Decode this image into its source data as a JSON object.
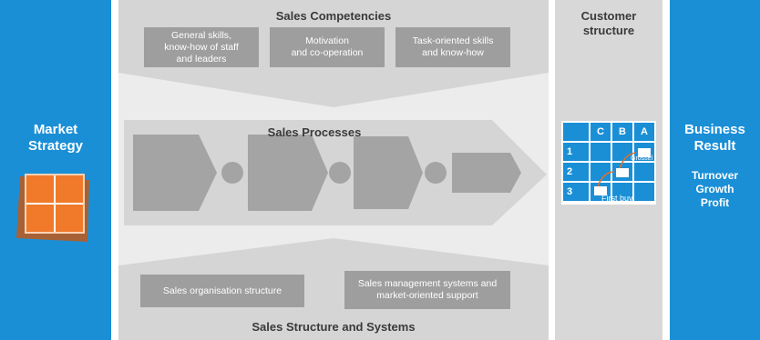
{
  "market_strategy": {
    "title": "Market\nStrategy"
  },
  "competencies": {
    "title": "Sales Competencies",
    "boxes": [
      "General skills,\nknow-how of staff\nand leaders",
      "Motivation\nand co-operation",
      "Task-oriented skills\nand know-how"
    ]
  },
  "processes": {
    "title": "Sales Processes"
  },
  "structure": {
    "title": "Sales Structure and Systems",
    "boxes": [
      "Sales organisation structure",
      "Sales management systems and\nmarket-oriented support"
    ]
  },
  "customer": {
    "title": "Customer\nstructure",
    "columns": [
      "C",
      "B",
      "A"
    ],
    "rows": [
      "1",
      "2",
      "3"
    ],
    "first_buy": "First buy",
    "arrow_label": "Grossel"
  },
  "business": {
    "title": "Business\nResult",
    "items": "Turnover\nGrowth\nProfit"
  },
  "colors": {
    "blue": "#1a8fd6",
    "panel_gray": "#d6d6d6",
    "box_gray": "#9e9e9e",
    "orange": "#f07a2a"
  }
}
